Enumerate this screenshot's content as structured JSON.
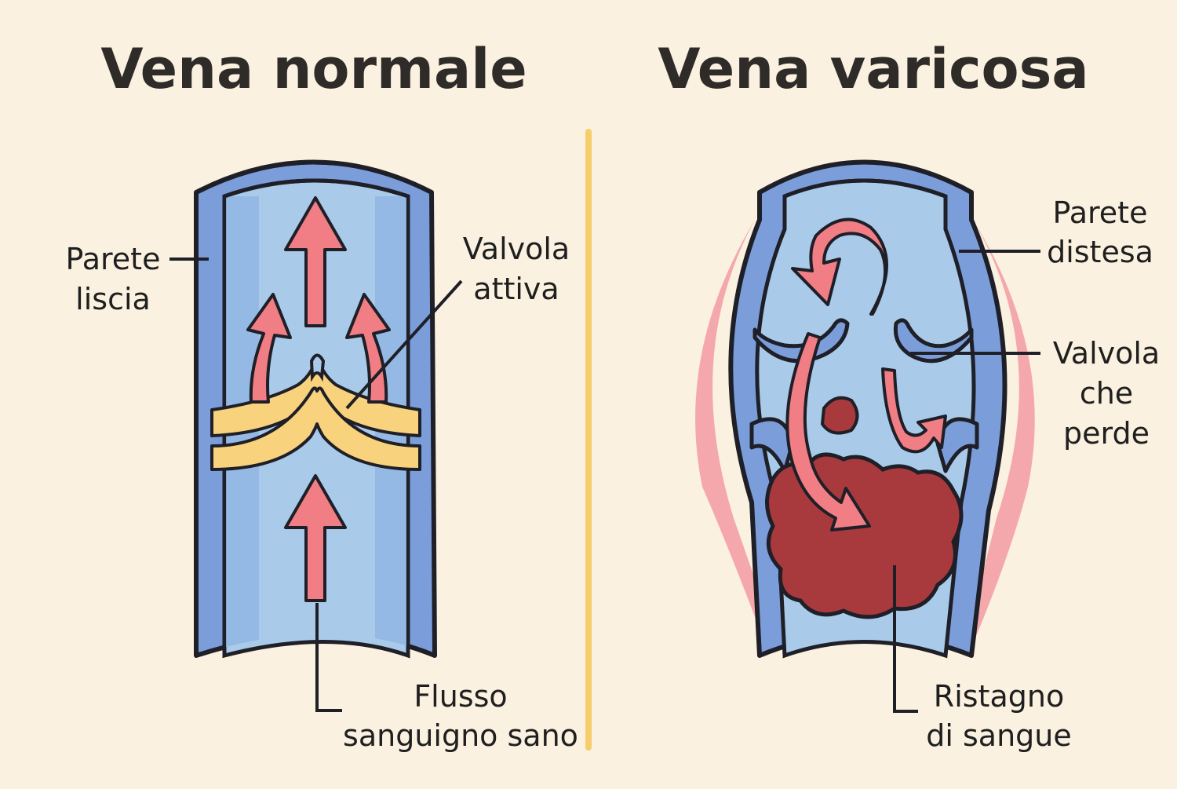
{
  "colors": {
    "background": "#fbf1e1",
    "vein_wall": "#7b9edb",
    "vein_lumen": "#a9cbe9",
    "outline": "#1f1f28",
    "arrow": "#f07e84",
    "valve": "#f8d27c",
    "divider": "#f6cd6a",
    "pool": "#a8393d",
    "inflammation": "#f4a0a6"
  },
  "left": {
    "title": "Vena normale",
    "wall_label": [
      "Parete",
      "liscia"
    ],
    "valve_label": [
      "Valvola",
      "attiva"
    ],
    "flow_label": [
      "Flusso",
      "sanguigno sano"
    ]
  },
  "right": {
    "title": "Vena varicosa",
    "wall_label": [
      "Parete",
      "distesa"
    ],
    "valve_label": [
      "Valvola",
      "che",
      "perde"
    ],
    "pool_label": [
      "Ristagno",
      "di sangue"
    ]
  }
}
